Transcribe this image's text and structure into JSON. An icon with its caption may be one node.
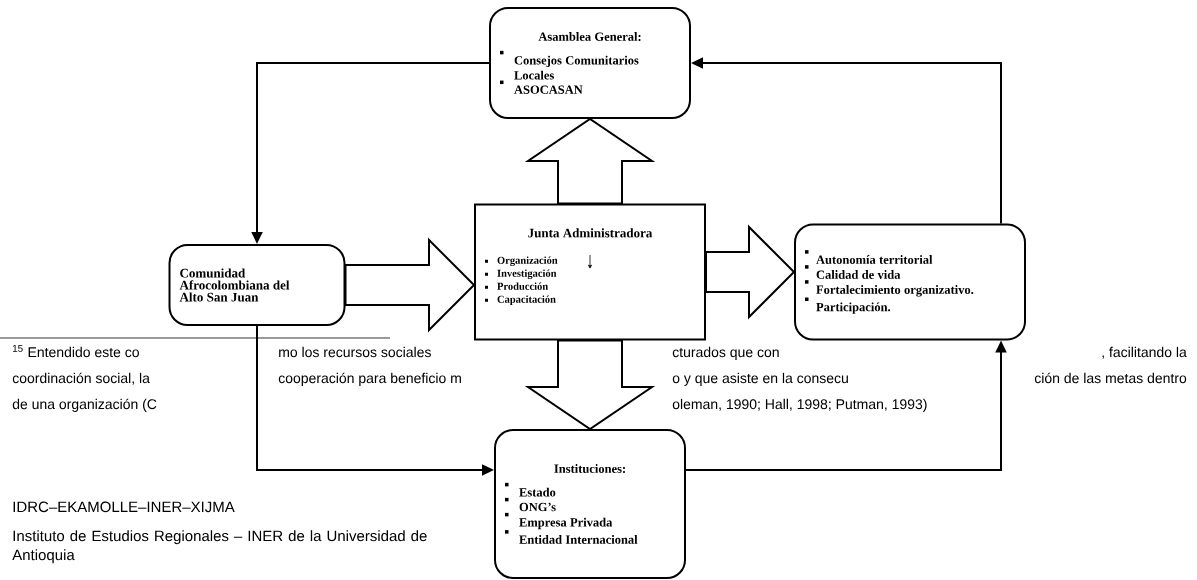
{
  "diagram": {
    "nodes": [
      {
        "text": [
          "Asamblea General:",
          "Consejos Comunitarios Locales",
          "ASOCASAN"
        ]
      },
      {
        "text": [
          "Comunidad Afrocolombiana del Alto San Juan"
        ]
      },
      {
        "text": [
          "Junta Administradora",
          "Organización",
          "Investigación",
          "Producción",
          "Capacitación"
        ]
      },
      {
        "text": [
          "Autonomía territorial",
          "Calidad de vida",
          "Fortalecimiento organizativo.",
          "Participación."
        ]
      },
      {
        "text": [
          "Instituciones:",
          "Estado",
          "ONG’s",
          "Empresa Privada",
          "Entidad Internacional"
        ]
      }
    ],
    "edges": [
      {
        "from": 0,
        "to": 1,
        "arrow": "to"
      },
      {
        "from": 1,
        "to": 4,
        "arrow": "to"
      },
      {
        "from": 4,
        "to": 3,
        "arrow": "to"
      },
      {
        "from": 3,
        "to": 0,
        "arrow": "to"
      },
      {
        "from": 1,
        "to": 2,
        "arrow": "to",
        "style": "thick"
      },
      {
        "from": 2,
        "to": 3,
        "arrow": "to",
        "style": "thick"
      },
      {
        "from": 2,
        "to": 0,
        "arrow": "to",
        "style": "thick"
      },
      {
        "from": 2,
        "to": 4,
        "arrow": "to",
        "style": "thick"
      }
    ],
    "labels": [
      "$^{15}$ Entendido este co",
      "mo los recursos sociales",
      "cturados que con",
      ", facilitando la",
      "coordinación social, la",
      "cooperación para beneficio m",
      "o y que asiste en la consecu",
      "ción de las metas dentro",
      "de una organización (C",
      "oleman, 1990; Hall, 1998; Putman, 1993)",
      "IDRC–EKAMOLLE–INER–XIJMA",
      "Instituto de Estudios Regionales – INER de la Universidad de Antioquia"
    ]
  }
}
